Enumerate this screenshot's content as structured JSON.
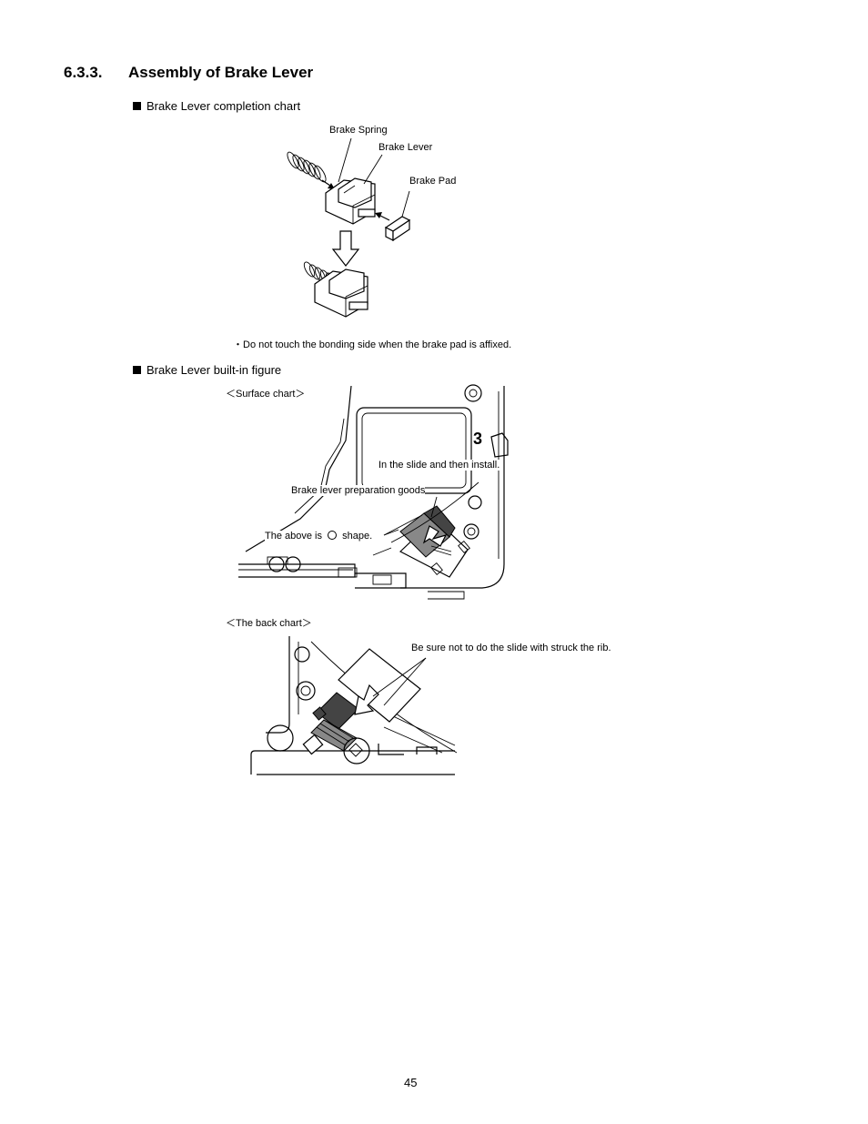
{
  "section": {
    "number": "6.3.3.",
    "title": "Assembly of Brake Lever"
  },
  "completion": {
    "heading": "Brake Lever completion chart",
    "labels": {
      "spring": "Brake Spring",
      "lever": "Brake Lever",
      "pad": "Brake Pad"
    },
    "note": "・Do not touch the bonding side when the brake pad is affixed."
  },
  "builtin": {
    "heading": "Brake Lever built-in figure",
    "surface": {
      "title": "＜Surface chart＞",
      "slide_install": "In the slide and then install.",
      "prep_goods": "Brake lever preparation goods",
      "above_is": "The above is",
      "shape": "shape."
    },
    "back": {
      "title": "＜The back chart＞",
      "rib_note": "Be sure not to do the slide with struck the rib."
    }
  },
  "footer": {
    "page_number": "45"
  }
}
